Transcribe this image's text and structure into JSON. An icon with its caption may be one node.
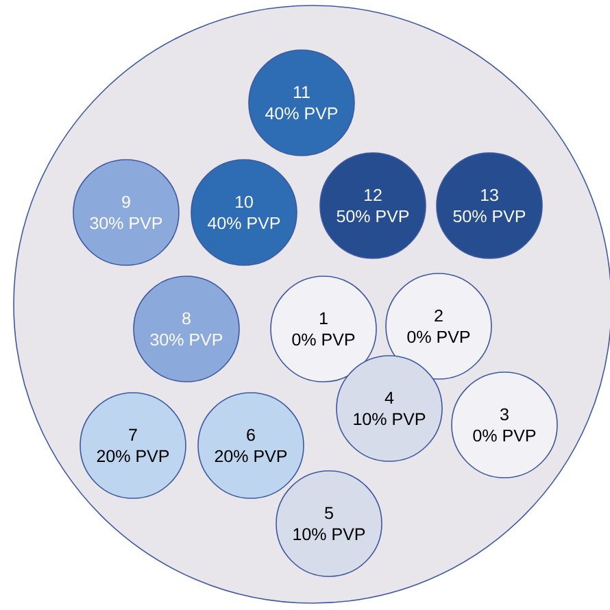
{
  "diagram": {
    "nodes": [
      {
        "text": [],
        "shape": "circle"
      },
      {
        "text": [
          "11",
          "40% PVP"
        ],
        "in": 0
      },
      {
        "text": [
          "9",
          "30% PVP"
        ],
        "in": 0
      },
      {
        "text": [
          "10",
          "40% PVP"
        ],
        "in": 0
      },
      {
        "text": [
          "12",
          "50% PVP"
        ],
        "in": 0
      },
      {
        "text": [
          "13",
          "50% PVP"
        ],
        "in": 0
      },
      {
        "text": [
          "8",
          "30% PVP"
        ],
        "in": 0
      },
      {
        "text": [
          "1",
          "0% PVP"
        ],
        "in": 0
      },
      {
        "text": [
          "2",
          "0% PVP"
        ],
        "in": 0
      },
      {
        "text": [
          "7",
          "20% PVP"
        ],
        "in": 0
      },
      {
        "text": [
          "6",
          "20% PVP"
        ],
        "in": 0
      },
      {
        "text": [
          "4",
          "10% PVP"
        ],
        "in": 0
      },
      {
        "text": [
          "3",
          "0% PVP"
        ],
        "in": 0
      },
      {
        "text": [
          "5",
          "10% PVP"
        ],
        "in": 0
      }
    ]
  }
}
